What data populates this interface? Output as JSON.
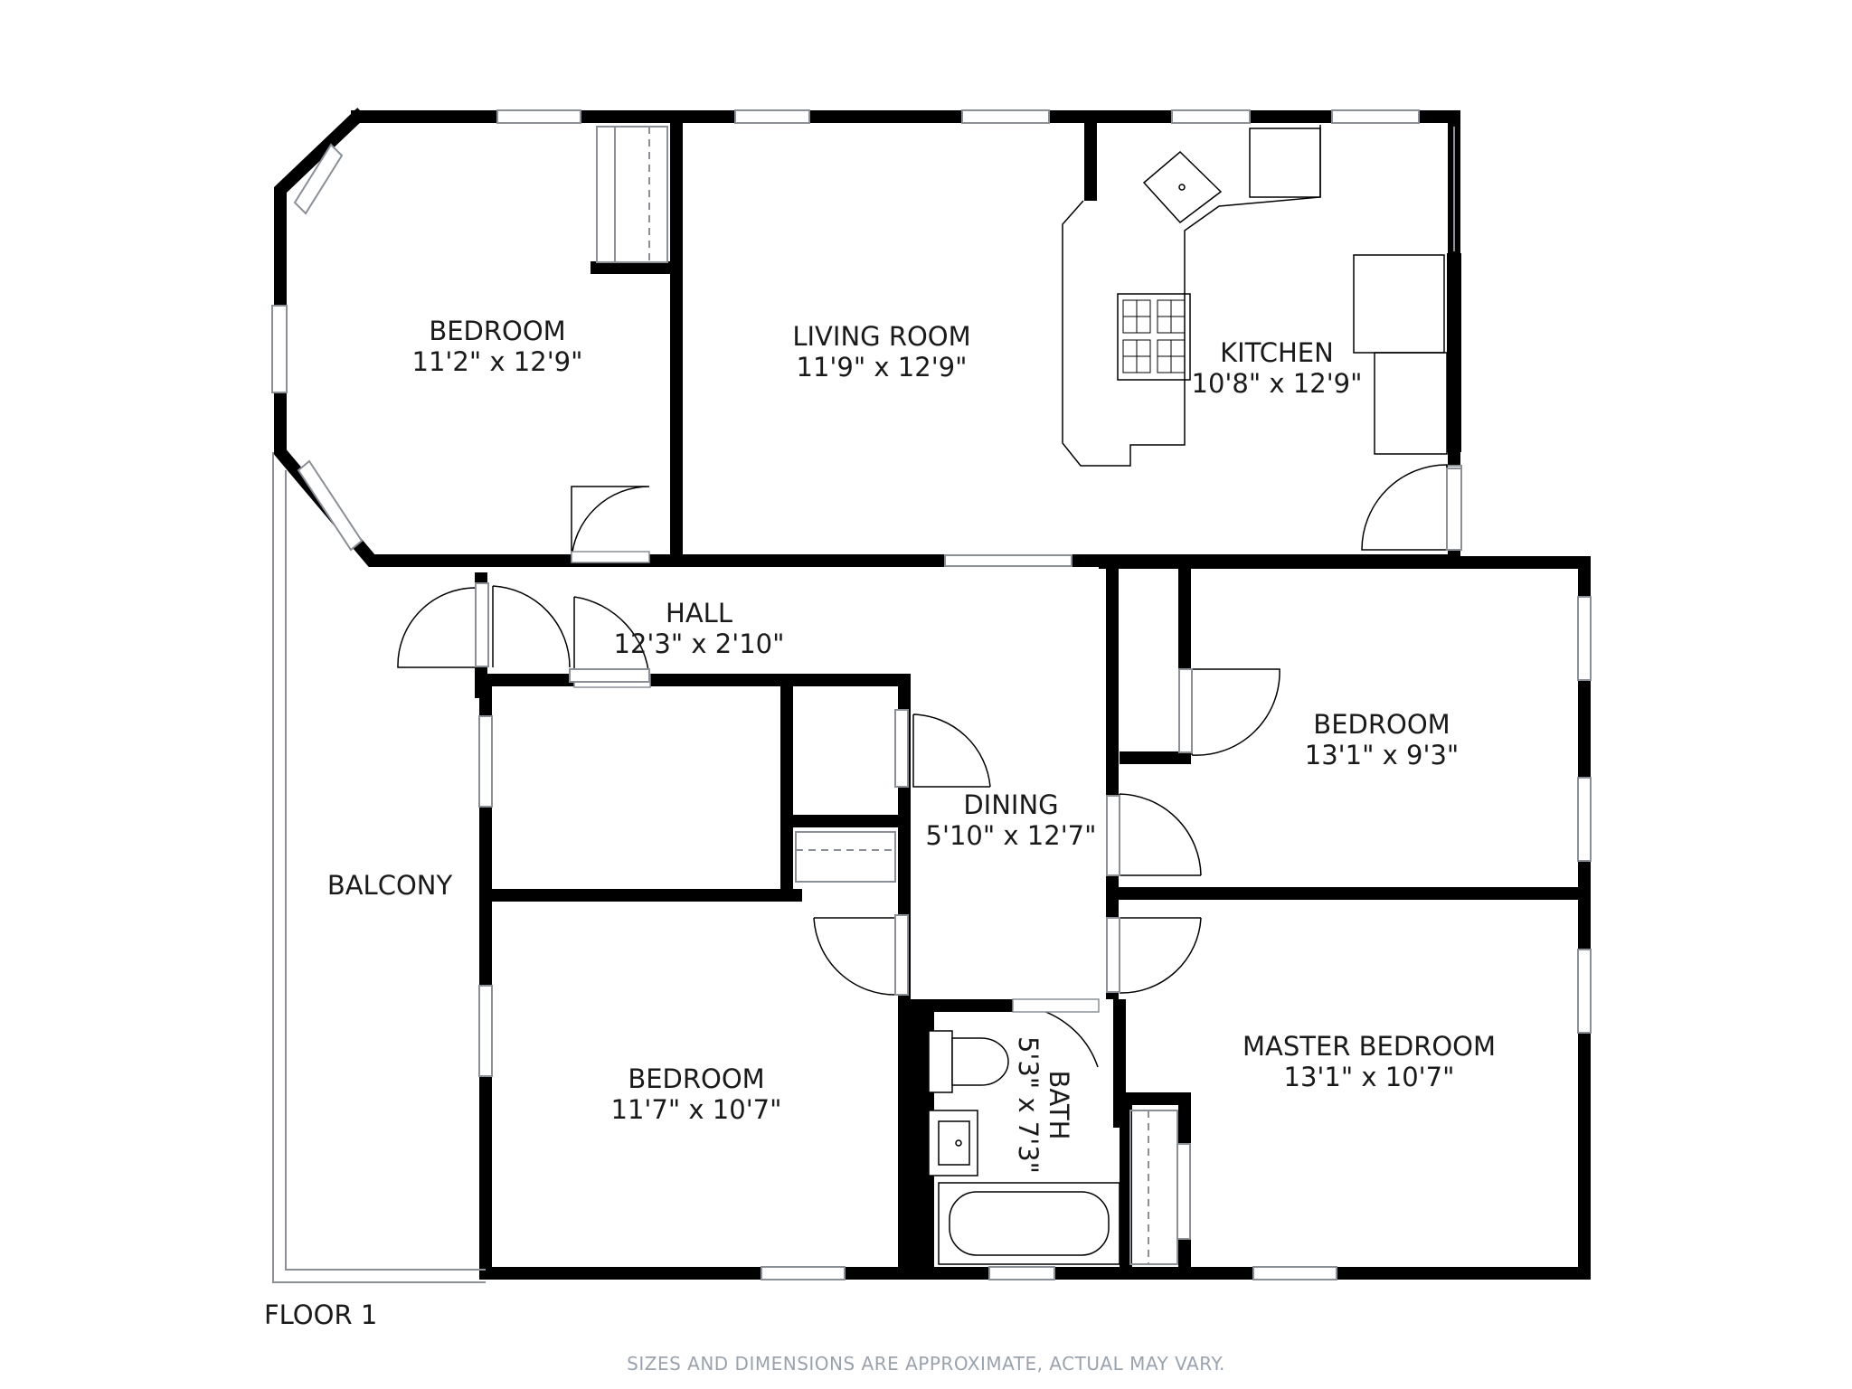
{
  "rooms": [
    {
      "id": "bedroom-nw",
      "name": "BEDROOM",
      "dims": "11'2\" x 12'9\""
    },
    {
      "id": "living-room",
      "name": "LIVING ROOM",
      "dims": "11'9\" x 12'9\""
    },
    {
      "id": "kitchen",
      "name": "KITCHEN",
      "dims": "10'8\" x 12'9\""
    },
    {
      "id": "hall",
      "name": "HALL",
      "dims": "12'3\" x 2'10\""
    },
    {
      "id": "bedroom-e",
      "name": "BEDROOM",
      "dims": "13'1\" x 9'3\""
    },
    {
      "id": "dining",
      "name": "DINING",
      "dims": "5'10\" x 12'7\""
    },
    {
      "id": "balcony",
      "name": "BALCONY",
      "dims": ""
    },
    {
      "id": "bedroom-sw",
      "name": "BEDROOM",
      "dims": "11'7\" x 10'7\""
    },
    {
      "id": "bath",
      "name": "BATH",
      "dims": "5'3\" x 7'3\""
    },
    {
      "id": "master-bedroom",
      "name": "MASTER BEDROOM",
      "dims": "13'1\" x 10'7\""
    }
  ],
  "floor_label": "FLOOR 1",
  "disclaimer": "SIZES AND DIMENSIONS ARE APPROXIMATE, ACTUAL MAY VARY.",
  "colors": {
    "wall": "#000000",
    "window_fill": "#ffffff",
    "window_line": "#8a9096",
    "disclaimer": "#9aa3ad"
  }
}
